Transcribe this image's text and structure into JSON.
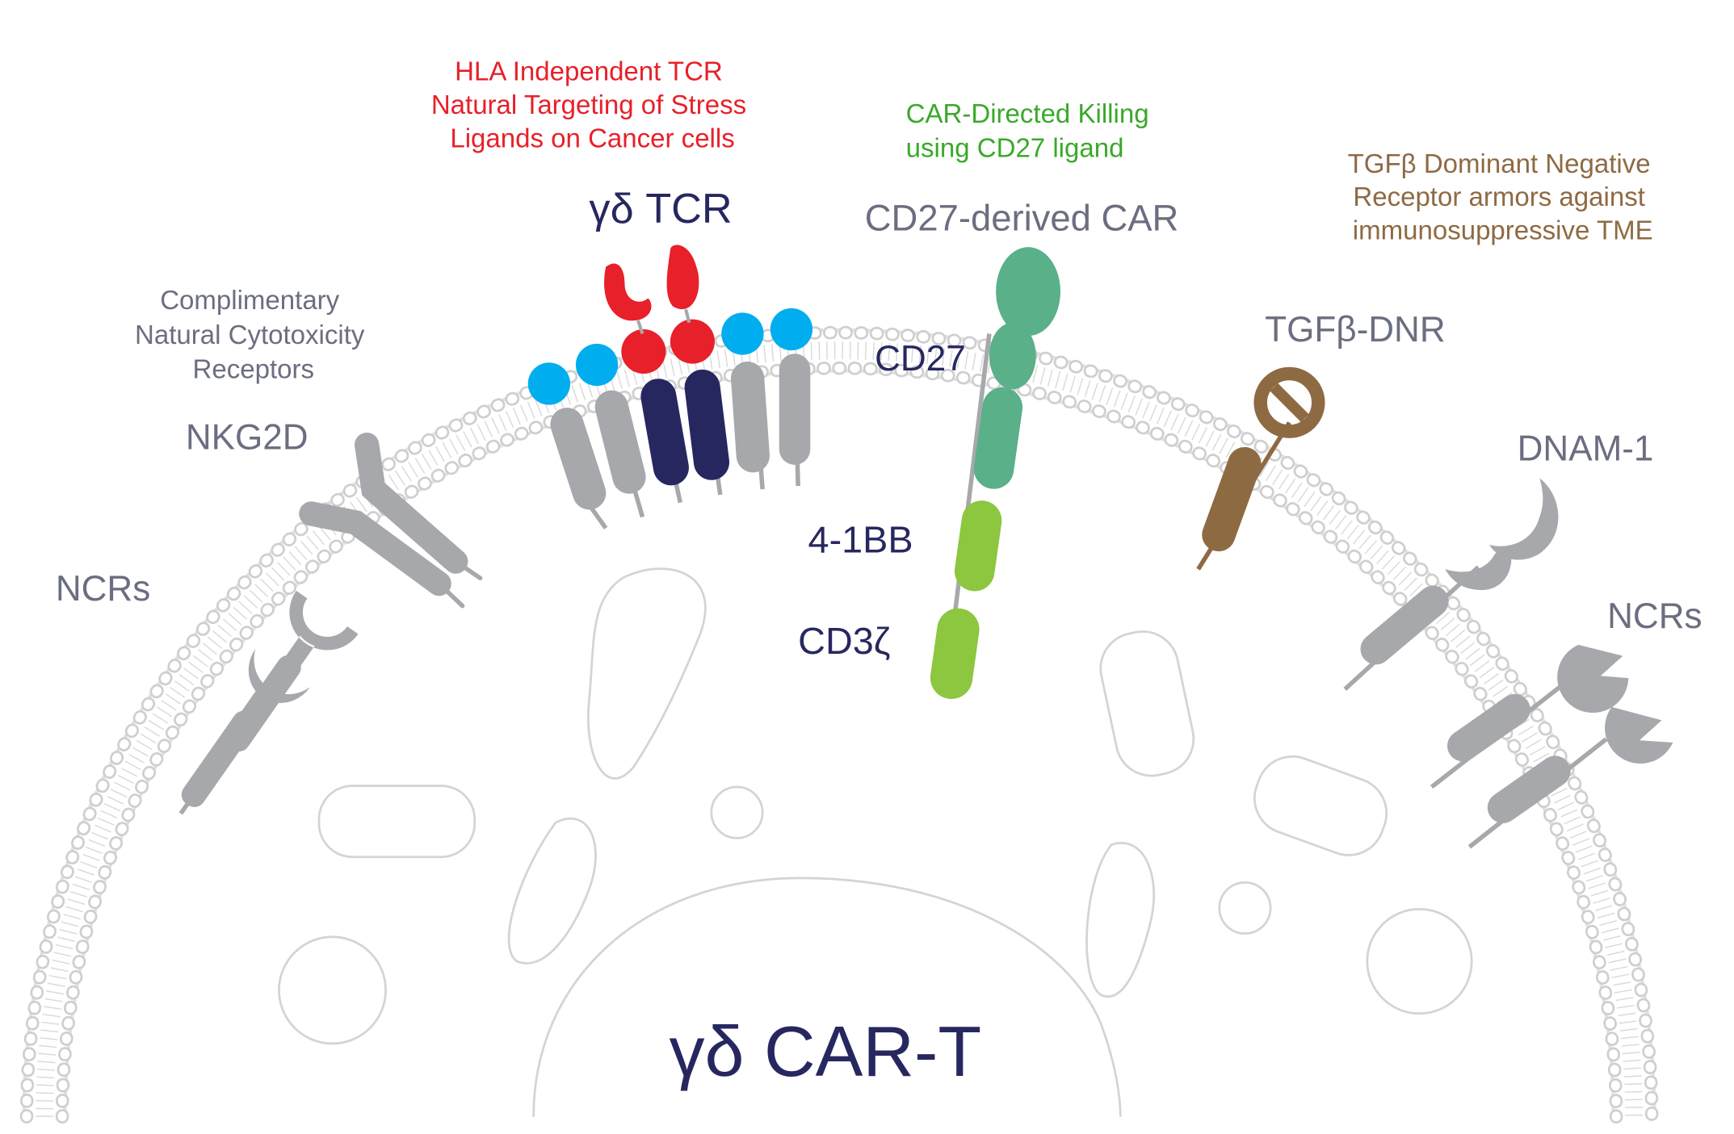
{
  "annotations": {
    "hla": [
      "HLA Independent TCR",
      "Natural Targeting of Stress",
      "Ligands on Cancer cells"
    ],
    "car": [
      "CAR-Directed Killing",
      "using CD27 ligand"
    ],
    "tgfb": [
      "TGFβ Dominant Negative",
      "Receptor armors against",
      "immunosuppressive TME"
    ],
    "ncr_note": [
      "Complimentary",
      "Natural Cytotoxicity",
      "Receptors"
    ]
  },
  "labels": {
    "gd_tcr": "γδ TCR",
    "cd27_car": "CD27-derived CAR",
    "cd27": "CD27",
    "four_1bb": "4-1BB",
    "cd3z": "CD3ζ",
    "tgfb_dnr": "TGFβ-DNR",
    "nkg2d": "NKG2D",
    "ncrs_left": "NCRs",
    "dnam1": "DNAM-1",
    "ncrs_right": "NCRs",
    "cell_title": "γδ CAR-T"
  },
  "colors": {
    "red": "#e8202a",
    "green_text": "#3aa92a",
    "brown": "#8e6a43",
    "gray_receptor": "#a7a8ab",
    "navy": "#272760",
    "cyan": "#00aeef",
    "car_teal": "#5ab088",
    "car_lime": "#8dc63f"
  }
}
